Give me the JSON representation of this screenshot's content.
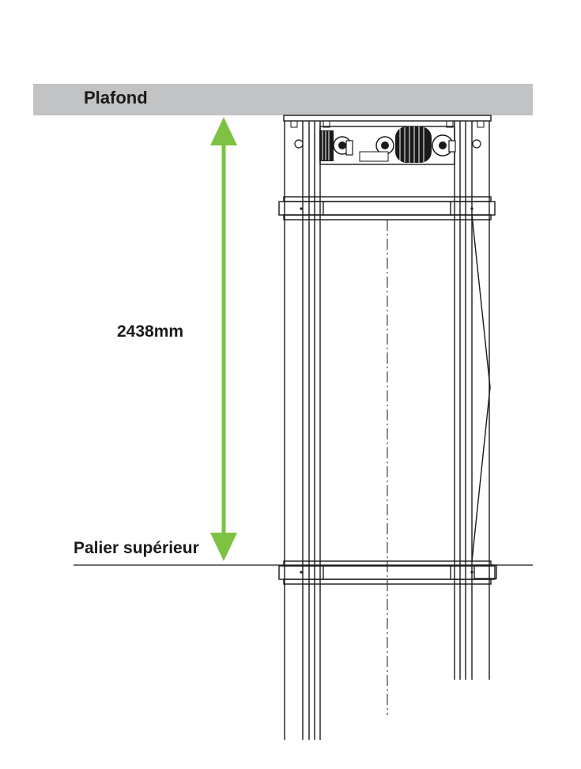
{
  "diagram": {
    "ceiling_label": "Plafond",
    "dimension_label": "2438mm",
    "landing_label": "Palier supérieur",
    "colors": {
      "ceiling": "#c2c3c5",
      "dimension_arrow": "#7dc242",
      "line": "#1a1a1a"
    }
  }
}
